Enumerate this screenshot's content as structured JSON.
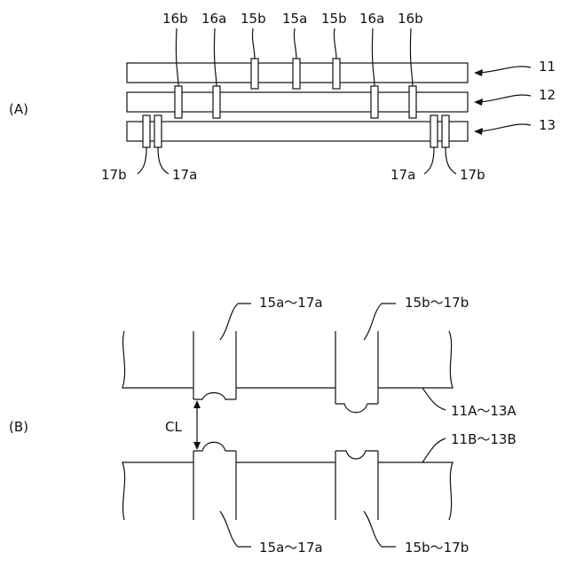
{
  "panel_a": {
    "label": "(A)",
    "top_labels": [
      "16b",
      "16a",
      "15b",
      "15a",
      "15b",
      "16a",
      "16b"
    ],
    "ref_11": "11",
    "ref_12": "12",
    "ref_13": "13",
    "bottom_left": [
      "17b",
      "17a"
    ],
    "bottom_right": [
      "17a",
      "17b"
    ]
  },
  "panel_b": {
    "label": "(B)",
    "top_left_label": "15a～17a",
    "top_right_label": "15b～17b",
    "upper_plate_label": "11A～13A",
    "lower_plate_label": "11B～13B",
    "gap_label": "CL",
    "bottom_left_label": "15a～17a",
    "bottom_right_label": "15b～17b"
  }
}
